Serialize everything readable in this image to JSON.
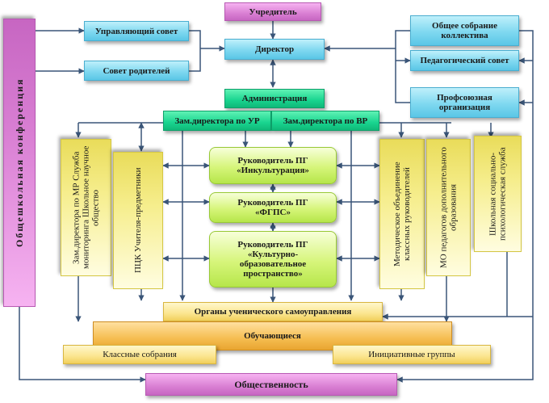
{
  "founder": "Учредитель",
  "governing_council": "Управляющий совет",
  "parents_council": "Совет родителей",
  "director": "Директор",
  "general_meeting": "Общее собрание коллектива",
  "pedagogical_council": "Педагогический совет",
  "trade_union": "Профсоюзная организация",
  "administration": "Администрация",
  "deputy_ur": "Зам.директора по УР",
  "deputy_vr": "Зам.директора по ВР",
  "school_conference": "Общешкольная конференция",
  "deputy_mr": "Зам.директора по МР Служба мониторинга Школьное научное общество",
  "pk_teachers": "ПЦК Учителя-предметники",
  "group_inculturation": "Руководитель ПГ «Инкультурация»",
  "group_fgps": "Руководитель ПГ «ФГПС»",
  "group_cultural": "Руководитель ПГ «Культурно-образовательное пространство»",
  "method_association": "Методическое объединение классных руководителей",
  "mo_teachers": "МО педагогов дополнительного образования",
  "social_service": "Школьная социально-психологическая служба",
  "student_government": "Органы ученического самоуправления",
  "students": "Обучающиеся",
  "class_meetings": "Классные собрания",
  "initiative_groups": "Инициативные группы",
  "public": "Общественность"
}
